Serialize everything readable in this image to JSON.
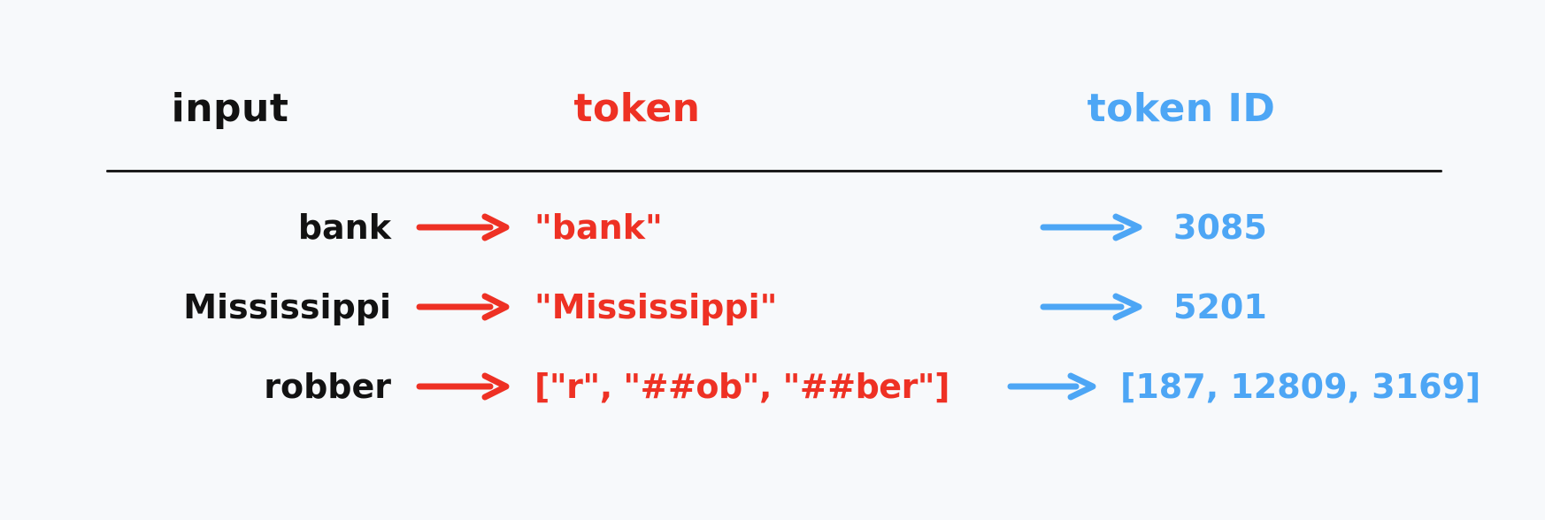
{
  "page": {
    "background_color": "#f7f9fb",
    "title_colors": {
      "input": "#121212",
      "token": "#ee3124",
      "token_id": "#4da6f5"
    }
  },
  "table": {
    "headers": {
      "input": "input",
      "token": "token",
      "token_id": "token ID"
    },
    "divider": true,
    "rows": [
      {
        "input": "bank",
        "token": "\"bank\"",
        "token_id": "3085",
        "input_arrow": "red-arrow-right-icon",
        "token_arrow": "blue-arrow-right-icon"
      },
      {
        "input": "Mississippi",
        "token": "\"Mississippi\"",
        "token_id": "5201",
        "input_arrow": "red-arrow-right-icon",
        "token_arrow": "blue-arrow-right-icon"
      },
      {
        "input": "robber",
        "token": "[\"r\", \"##ob\", \"##ber\"]",
        "token_id": "[187, 12809, 3169]",
        "input_arrow": "red-arrow-right-icon",
        "token_arrow": "blue-arrow-right-icon"
      }
    ]
  },
  "colors": {
    "red": "#ee3124",
    "blue": "#4da6f5",
    "black": "#121212",
    "background": "#f7f9fb"
  }
}
